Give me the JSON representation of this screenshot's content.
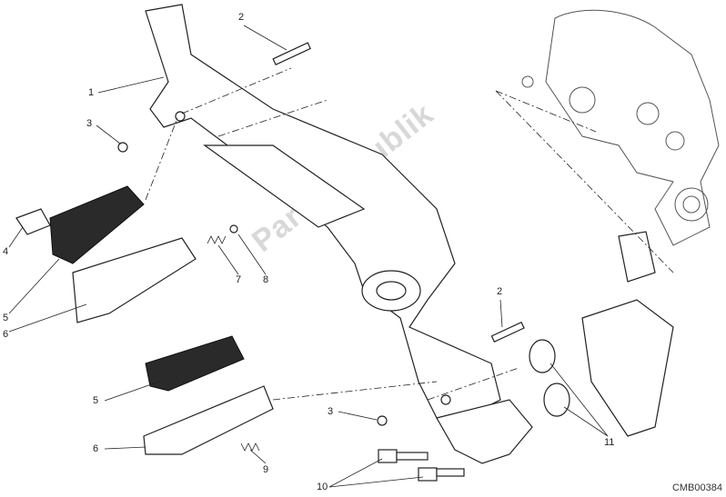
{
  "diagram": {
    "callouts": [
      {
        "id": "c1",
        "text": "1"
      },
      {
        "id": "c2a",
        "text": "2"
      },
      {
        "id": "c3a",
        "text": "3"
      },
      {
        "id": "c4",
        "text": "4"
      },
      {
        "id": "c5a",
        "text": "5"
      },
      {
        "id": "c6a",
        "text": "6"
      },
      {
        "id": "c7",
        "text": "7"
      },
      {
        "id": "c8",
        "text": "8"
      },
      {
        "id": "c2b",
        "text": "2"
      },
      {
        "id": "c3b",
        "text": "3"
      },
      {
        "id": "c5b",
        "text": "5"
      },
      {
        "id": "c6b",
        "text": "6"
      },
      {
        "id": "c9",
        "text": "9"
      },
      {
        "id": "c10",
        "text": "10"
      },
      {
        "id": "c11",
        "text": "11"
      }
    ],
    "drawing_code": "CMB00384",
    "watermark": "PartsRepublik"
  }
}
